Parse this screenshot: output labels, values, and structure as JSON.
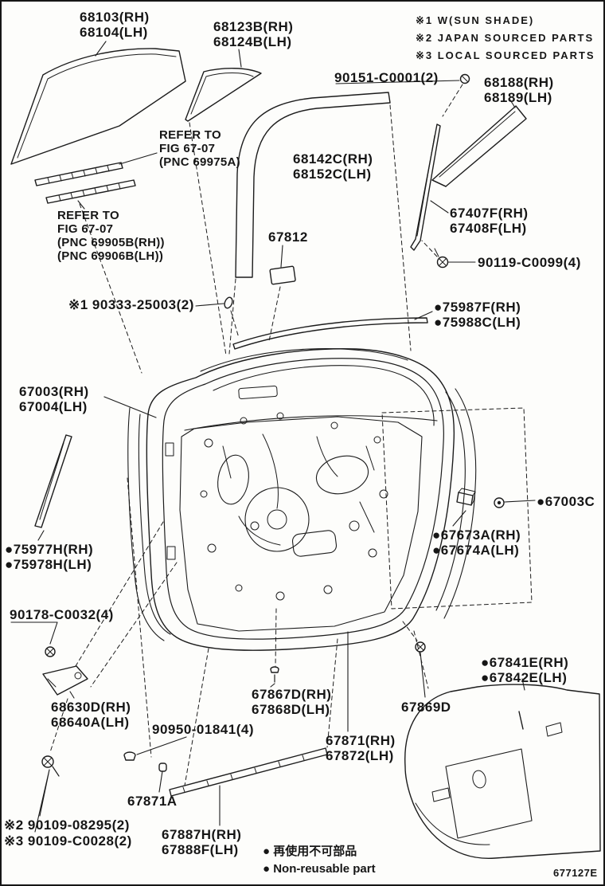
{
  "doc": {
    "number": "677127E"
  },
  "colors": {
    "ink": "#1c1c1c",
    "paper": "#fdfdfb"
  },
  "notes": [
    "※1 W(SUN SHADE)",
    "※2 JAPAN SOURCED PARTS",
    "※3 LOCAL SOURCED PARTS"
  ],
  "legend": [
    "● 再使用不可部品",
    "● Non-reusable part"
  ],
  "labels": [
    {
      "id": "68103",
      "lines": [
        "68103(RH)",
        "68104(LH)"
      ]
    },
    {
      "id": "68123B",
      "lines": [
        "68123B(RH)",
        "68124B(LH)"
      ]
    },
    {
      "id": "90151",
      "lines": [
        "90151-C0001(2)"
      ]
    },
    {
      "id": "68188",
      "lines": [
        "68188(RH)",
        "68189(LH)"
      ]
    },
    {
      "id": "refer-69975A",
      "lines": [
        "REFER TO",
        "FIG 67-07",
        "(PNC 69975A)"
      ]
    },
    {
      "id": "68142C",
      "lines": [
        "68142C(RH)",
        "68152C(LH)"
      ]
    },
    {
      "id": "refer-69905B",
      "lines": [
        "REFER TO",
        "FIG 67-07",
        "(PNC 69905B(RH))",
        "(PNC 69906B(LH))"
      ]
    },
    {
      "id": "67407F",
      "lines": [
        "67407F(RH)",
        "67408F(LH)"
      ]
    },
    {
      "id": "67812",
      "lines": [
        "67812"
      ]
    },
    {
      "id": "90119",
      "lines": [
        "90119-C0099(4)"
      ]
    },
    {
      "id": "90333",
      "lines": [
        "※1 90333-25003(2)"
      ]
    },
    {
      "id": "75987F",
      "lines": [
        "●75987F(RH)",
        "●75988C(LH)"
      ]
    },
    {
      "id": "67003",
      "lines": [
        "67003(RH)",
        "67004(LH)"
      ]
    },
    {
      "id": "67003C",
      "lines": [
        "●67003C"
      ]
    },
    {
      "id": "67673A",
      "lines": [
        "●67673A(RH)",
        "●67674A(LH)"
      ]
    },
    {
      "id": "75977H",
      "lines": [
        "●75977H(RH)",
        "●75978H(LH)"
      ]
    },
    {
      "id": "90178",
      "lines": [
        "90178-C0032(4)"
      ]
    },
    {
      "id": "68630D",
      "lines": [
        "68630D(RH)",
        "68640A(LH)"
      ]
    },
    {
      "id": "90950",
      "lines": [
        "90950-01841(4)"
      ]
    },
    {
      "id": "67867D",
      "lines": [
        "67867D(RH)",
        "67868D(LH)"
      ]
    },
    {
      "id": "67869D",
      "lines": [
        "67869D"
      ]
    },
    {
      "id": "67871",
      "lines": [
        "67871(RH)",
        "67872(LH)"
      ]
    },
    {
      "id": "67841E",
      "lines": [
        "●67841E(RH)",
        "●67842E(LH)"
      ]
    },
    {
      "id": "67871A",
      "lines": [
        "67871A"
      ]
    },
    {
      "id": "90109-08295",
      "lines": [
        "※2 90109-08295(2)"
      ]
    },
    {
      "id": "90109-C0028",
      "lines": [
        "※3 90109-C0028(2)"
      ]
    },
    {
      "id": "67887H",
      "lines": [
        "67887H(RH)",
        "67888F(LH)"
      ]
    }
  ]
}
